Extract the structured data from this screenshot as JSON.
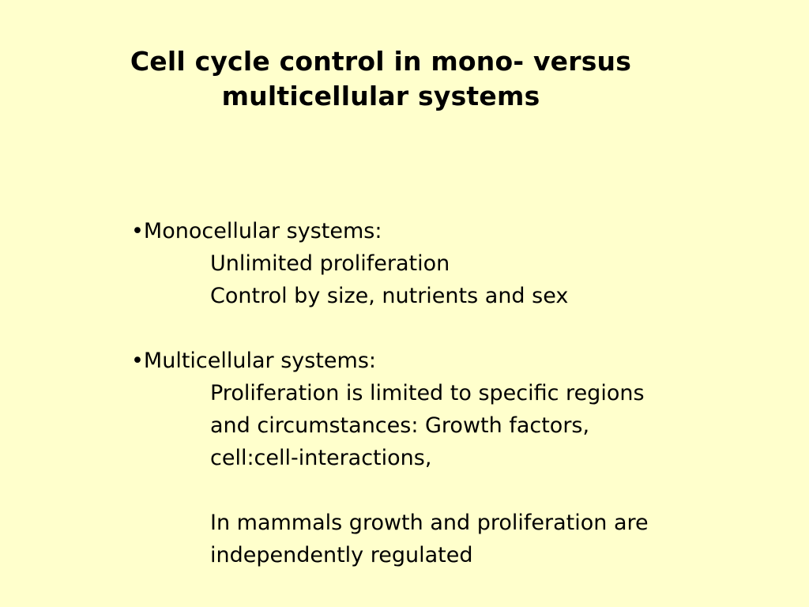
{
  "colors": {
    "background": "#ffffcc",
    "text": "#000000"
  },
  "title": {
    "line1": "Cell cycle control in mono- versus",
    "line2": "multicellular systems"
  },
  "sections": [
    {
      "heading": "•Monocellular systems:",
      "lines": [
        "Unlimited proliferation",
        "Control by size, nutrients and sex"
      ]
    },
    {
      "heading": "•Multicellular systems:",
      "lines": [
        "Proliferation is limited to specific regions",
        "and circumstances: Growth factors,",
        "cell:cell-interactions,"
      ],
      "extra_lines": [
        "In mammals growth and proliferation are",
        "independently regulated"
      ]
    }
  ]
}
